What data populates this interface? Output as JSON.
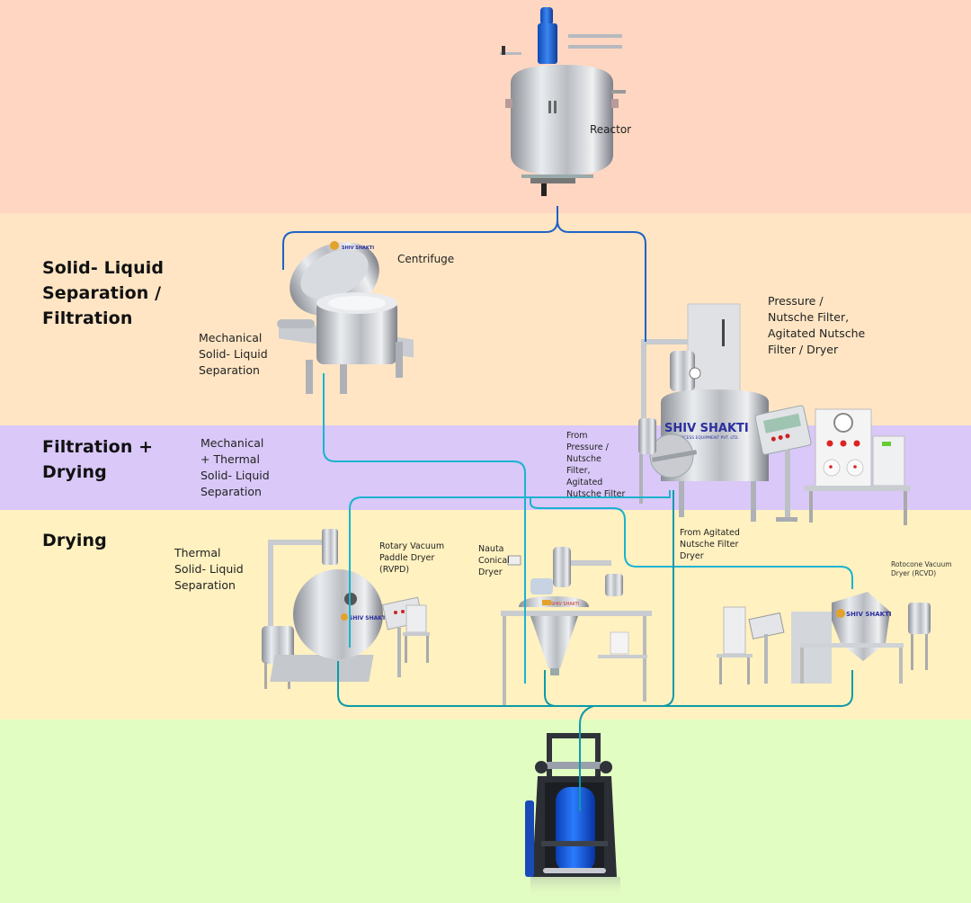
{
  "colors": {
    "reactor_band": "#ffd6c1",
    "separation_band": "#ffe5c4",
    "filtration_drying_band": "#d9c8f8",
    "drying_band": "#fff1c0",
    "output_band": "#e2fdc2",
    "line_reactor": "#1f63c4",
    "line_process": "#1ab3cf",
    "line_collect": "#0e9aa8"
  },
  "stages": {
    "separation": {
      "title": "Solid- Liquid\nSeparation /\nFiltration",
      "description": "Mechanical\nSolid- Liquid\nSeparation"
    },
    "filtration_drying": {
      "title": "Filtration +\nDrying",
      "description": "Mechanical\n+ Thermal\nSolid- Liquid\nSeparation"
    },
    "drying": {
      "title": "Drying",
      "description": "Thermal\nSolid- Liquid\nSeparation"
    }
  },
  "equipment": {
    "reactor": {
      "label": "Reactor",
      "icon": "reactor-vessel-icon"
    },
    "centrifuge": {
      "label": "Centrifuge",
      "icon": "centrifuge-icon",
      "brand": "SHIV SHAKTI"
    },
    "nutsche_filter": {
      "label": "Pressure /\nNutsche Filter,\nAgitated Nutsche\nFilter / Dryer",
      "icon": "agitated-nutsche-filter-icon",
      "brand": "SHIV SHAKTI"
    },
    "rvpd": {
      "label": "Rotary Vacuum\nPaddle Dryer\n(RVPD)",
      "icon": "rotary-vacuum-paddle-dryer-icon",
      "brand": "SHIV SHAKTI"
    },
    "nauta": {
      "label": "Nauta\nConical\nDryer",
      "icon": "nauta-conical-dryer-icon",
      "brand": "SHIV SHAKTI"
    },
    "rcvd": {
      "label": "Rotocone Vacuum\nDryer (RCVD)",
      "icon": "rotocone-vacuum-dryer-icon",
      "brand": "SHIV SHAKTI"
    },
    "drum_tipper": {
      "icon": "drum-container-icon"
    }
  },
  "annotations": {
    "from_pressure_filter": "From\nPressure /\nNutsche\nFilter,\nAgitated\nNutsche Filter",
    "from_anfd": "From Agitated\nNutsche Filter\nDryer"
  }
}
